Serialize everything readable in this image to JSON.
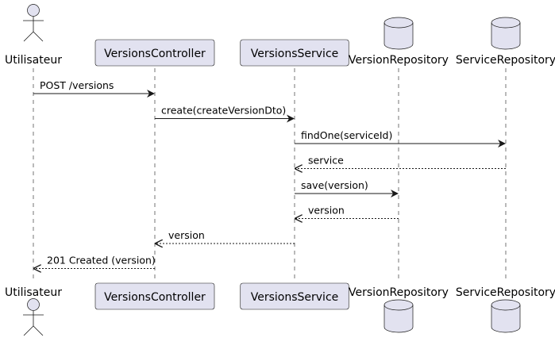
{
  "diagram": {
    "participants": [
      {
        "id": "user",
        "label": "Utilisateur",
        "kind": "actor"
      },
      {
        "id": "ctrl",
        "label": "VersionsController",
        "kind": "participant"
      },
      {
        "id": "svc",
        "label": "VersionsService",
        "kind": "participant"
      },
      {
        "id": "vrepo",
        "label": "VersionRepository",
        "kind": "database"
      },
      {
        "id": "srepo",
        "label": "ServiceRepository",
        "kind": "database"
      }
    ],
    "messages": [
      {
        "from": "user",
        "to": "ctrl",
        "label": "POST /versions",
        "reply": false
      },
      {
        "from": "ctrl",
        "to": "svc",
        "label": "create(createVersionDto)",
        "reply": false
      },
      {
        "from": "svc",
        "to": "srepo",
        "label": "findOne(serviceId)",
        "reply": false
      },
      {
        "from": "srepo",
        "to": "svc",
        "label": "service",
        "reply": true
      },
      {
        "from": "svc",
        "to": "vrepo",
        "label": "save(version)",
        "reply": false
      },
      {
        "from": "vrepo",
        "to": "svc",
        "label": "version",
        "reply": true
      },
      {
        "from": "svc",
        "to": "ctrl",
        "label": "version",
        "reply": true
      },
      {
        "from": "ctrl",
        "to": "user",
        "label": "201 Created (version)",
        "reply": true
      }
    ]
  },
  "colors": {
    "participant_fill": "#E2E2F0",
    "line": "#181818",
    "background": "#FFFFFF"
  }
}
